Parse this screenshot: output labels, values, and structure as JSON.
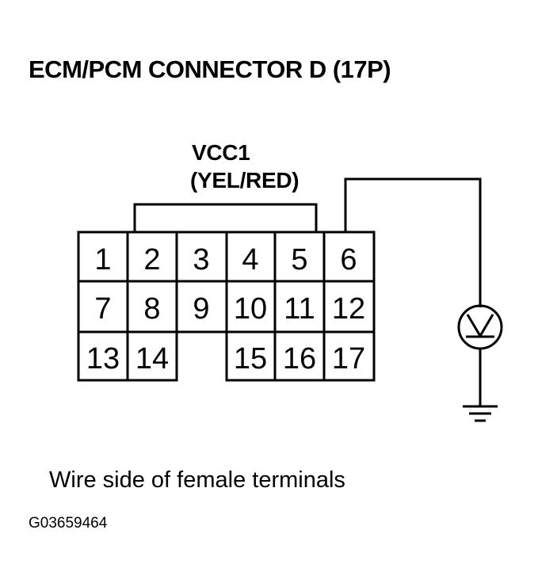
{
  "title": "ECM/PCM CONNECTOR D (17P)",
  "wire": {
    "name": "VCC1",
    "color": "(YEL/RED)"
  },
  "terminals": [
    "1",
    "2",
    "3",
    "4",
    "5",
    "6",
    "7",
    "8",
    "9",
    "10",
    "11",
    "12",
    "13",
    "14",
    "15",
    "16",
    "17"
  ],
  "caption": "Wire side of female terminals",
  "figure_id": "G03659464"
}
